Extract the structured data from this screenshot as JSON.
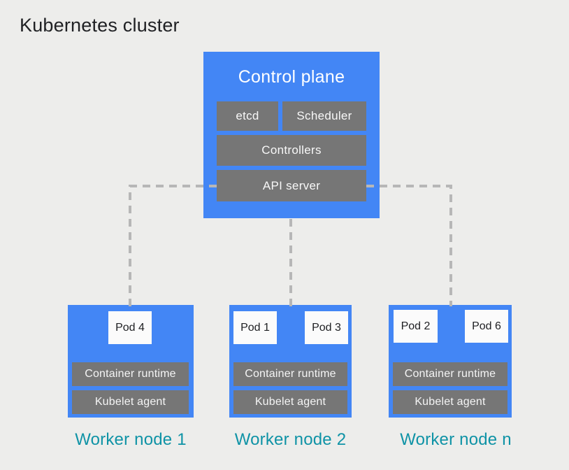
{
  "title": "Kubernetes cluster",
  "colors": {
    "background": "#EDEDEB",
    "node_blue": "#4386F5",
    "component_gray": "#767676",
    "pod_white": "#FBFBFB",
    "worker_label_teal": "#0F93A6",
    "connector_gray": "#B7B7B7",
    "title_text": "#202124",
    "light_text": "#FFFFFF"
  },
  "control_plane": {
    "title": "Control plane",
    "components": [
      "etcd",
      "Scheduler",
      "Controllers",
      "API server"
    ]
  },
  "workers": [
    {
      "label": "Worker node 1",
      "pods": [
        "Pod 4"
      ],
      "layers": [
        "Container runtime",
        "Kubelet agent"
      ]
    },
    {
      "label": "Worker node 2",
      "pods": [
        "Pod 1",
        "Pod 3"
      ],
      "layers": [
        "Container runtime",
        "Kubelet agent"
      ]
    },
    {
      "label": "Worker node n",
      "pods": [
        "Pod 2",
        "Pod 6"
      ],
      "layers": [
        "Container runtime",
        "Kubelet agent"
      ]
    }
  ]
}
